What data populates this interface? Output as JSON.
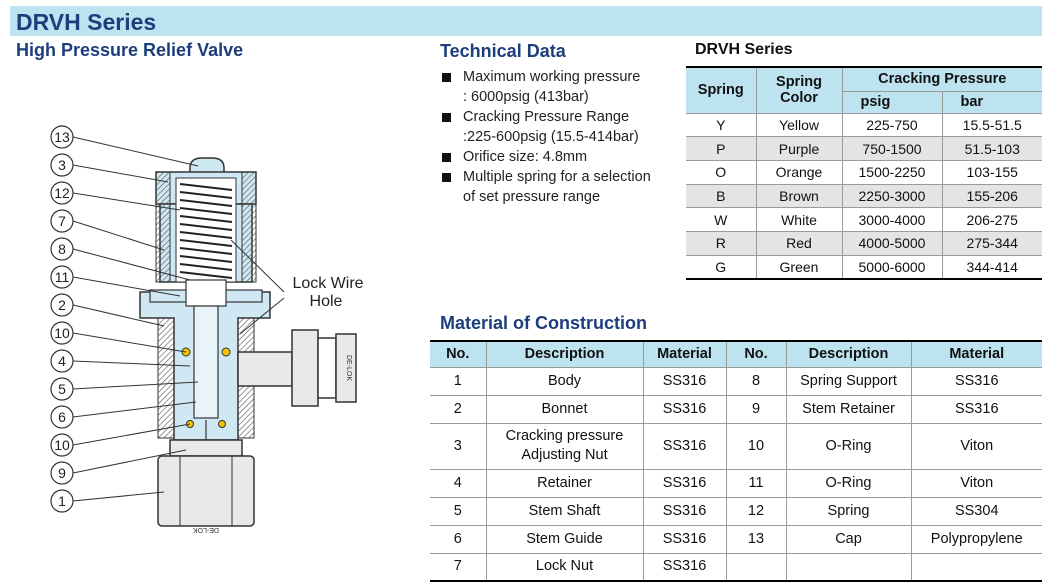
{
  "header": {
    "series_title": "DRVH Series",
    "subtitle": "High Pressure Relief Valve"
  },
  "diagram": {
    "callouts": [
      "13",
      "3",
      "12",
      "7",
      "8",
      "11",
      "2",
      "10",
      "4",
      "5",
      "6",
      "10",
      "9",
      "1"
    ],
    "lock_wire_label_line1": "Lock Wire",
    "lock_wire_label_line2": "Hole",
    "brand_mark": "DE-LOK"
  },
  "technical_data": {
    "title": "Technical Data",
    "items": [
      {
        "line1": "Maximum working pressure",
        "line2": ": 6000psig (413bar)"
      },
      {
        "line1": "Cracking Pressure Range",
        "line2": ":225-600psig (15.5-414bar)"
      },
      {
        "line1": "Orifice size: 4.8mm",
        "line2": ""
      },
      {
        "line1": "Multiple spring for a selection",
        "line2": "of set pressure range"
      }
    ]
  },
  "spring_table": {
    "title": "DRVH Series",
    "headers": {
      "spring": "Spring",
      "color_line1": "Spring",
      "color_line2": "Color",
      "cracking": "Cracking Pressure",
      "psig": "psig",
      "bar": "bar"
    },
    "rows": [
      {
        "spring": "Y",
        "color": "Yellow",
        "psig": "225-750",
        "bar": "15.5-51.5"
      },
      {
        "spring": "P",
        "color": "Purple",
        "psig": "750-1500",
        "bar": "51.5-103"
      },
      {
        "spring": "O",
        "color": "Orange",
        "psig": "1500-2250",
        "bar": "103-155"
      },
      {
        "spring": "B",
        "color": "Brown",
        "psig": "2250-3000",
        "bar": "155-206"
      },
      {
        "spring": "W",
        "color": "White",
        "psig": "3000-4000",
        "bar": "206-275"
      },
      {
        "spring": "R",
        "color": "Red",
        "psig": "4000-5000",
        "bar": "275-344"
      },
      {
        "spring": "G",
        "color": "Green",
        "psig": "5000-6000",
        "bar": "344-414"
      }
    ]
  },
  "material_table": {
    "title": "Material of Construction",
    "headers": [
      "No.",
      "Description",
      "Material",
      "No.",
      "Description",
      "Material"
    ],
    "rows": [
      {
        "no1": "1",
        "desc1": "Body",
        "mat1": "SS316",
        "no2": "8",
        "desc2": "Spring Support",
        "mat2": "SS316"
      },
      {
        "no1": "2",
        "desc1": "Bonnet",
        "mat1": "SS316",
        "no2": "9",
        "desc2": "Stem Retainer",
        "mat2": "SS316"
      },
      {
        "no1": "3",
        "desc1": "Cracking pressure",
        "desc1b": "Adjusting Nut",
        "mat1": "SS316",
        "no2": "10",
        "desc2": "O-Ring",
        "mat2": "Viton"
      },
      {
        "no1": "4",
        "desc1": "Retainer",
        "mat1": "SS316",
        "no2": "11",
        "desc2": "O-Ring",
        "mat2": "Viton"
      },
      {
        "no1": "5",
        "desc1": "Stem Shaft",
        "mat1": "SS316",
        "no2": "12",
        "desc2": "Spring",
        "mat2": "SS304"
      },
      {
        "no1": "6",
        "desc1": "Stem Guide",
        "mat1": "SS316",
        "no2": "13",
        "desc2": "Cap",
        "mat2": "Polypropylene"
      },
      {
        "no1": "7",
        "desc1": "Lock Nut",
        "mat1": "SS316",
        "no2": "",
        "desc2": "",
        "mat2": ""
      }
    ]
  }
}
